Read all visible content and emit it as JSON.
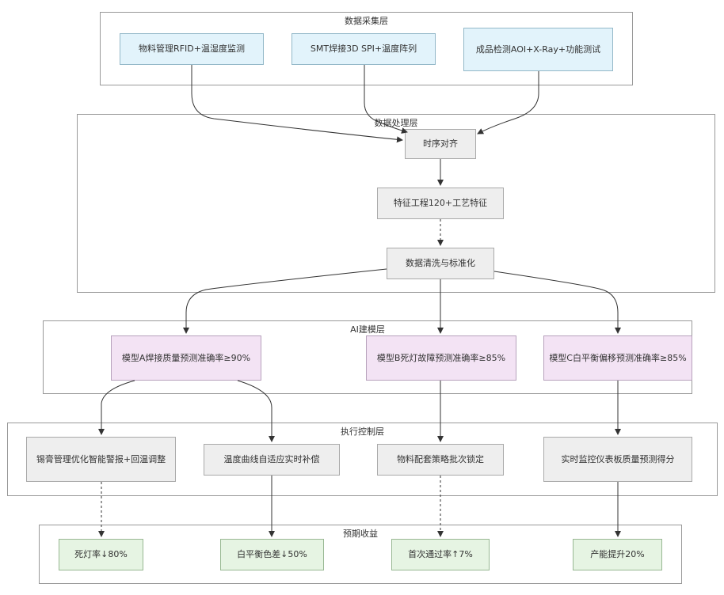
{
  "layers": {
    "collect": "数据采集层",
    "process": "数据处理层",
    "ai": "AI建模层",
    "exec": "执行控制层",
    "benefit": "预期收益"
  },
  "nodes": {
    "rfid": "物料管理RFID+温湿度监测",
    "smt": "SMT焊接3D SPI+温度阵列",
    "aoi": "成品检测AOI+X-Ray+功能测试",
    "align": "时序对齐",
    "feature": "特征工程120+工艺特征",
    "clean": "数据清洗与标准化",
    "model_a": "模型A焊接质量预测准确率≥90%",
    "model_b": "模型B死灯故障预测准确率≥85%",
    "model_c": "模型C白平衡偏移预测准确率≥85%",
    "solder": "锡膏管理优化智能警报+回温调整",
    "temp": "温度曲线自适应实时补偿",
    "material": "物料配套策略批次锁定",
    "monitor": "实时监控仪表板质量预测得分",
    "dead": "死灯率↓80%",
    "wb": "白平衡色差↓50%",
    "fpy": "首次通过率↑7%",
    "cap": "产能提升20%"
  }
}
